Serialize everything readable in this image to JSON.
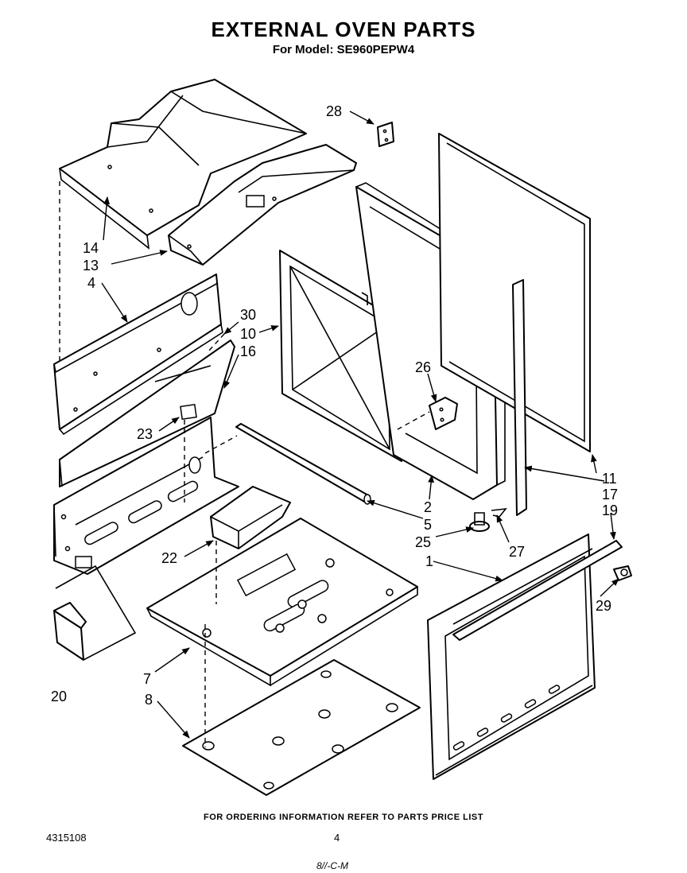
{
  "header": {
    "title": "EXTERNAL OVEN PARTS",
    "model": "For Model: SE960PEPW4"
  },
  "footer": {
    "ordering_note": "FOR ORDERING INFORMATION REFER TO PARTS PRICE LIST",
    "document_number": "4315108",
    "page_number": "4",
    "handwritten_mark": "8//-C-M"
  },
  "callouts": {
    "c1": "1",
    "c2": "2",
    "c4": "4",
    "c5": "5",
    "c7": "7",
    "c8": "8",
    "c10": "10",
    "c11": "11",
    "c13": "13",
    "c14": "14",
    "c16": "16",
    "c17": "17",
    "c19": "19",
    "c20": "20",
    "c22": "22",
    "c23": "23",
    "c25": "25",
    "c26": "26",
    "c27": "27",
    "c28": "28",
    "c29": "29",
    "c30": "30"
  }
}
